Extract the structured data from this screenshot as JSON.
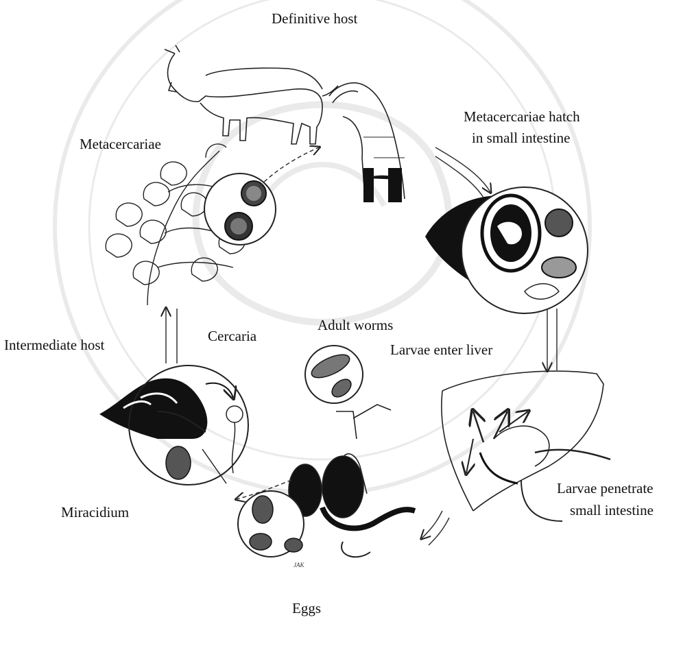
{
  "diagram": {
    "labels": {
      "definitive_host": "Definitive host",
      "metacercariae": "Metacercariae",
      "metacercariae_hatch_1": "Metacercariae hatch",
      "metacercariae_hatch_2": "in small intestine",
      "adult_worms": "Adult worms",
      "larvae_enter_liver": "Larvae enter liver",
      "intermediate_host": "Intermediate host",
      "cercaria": "Cercaria",
      "larvae_penetrate_1": "Larvae penetrate",
      "larvae_penetrate_2": "small intestine",
      "miracidium": "Miracidium",
      "eggs": "Eggs"
    },
    "signature": "JAK"
  }
}
